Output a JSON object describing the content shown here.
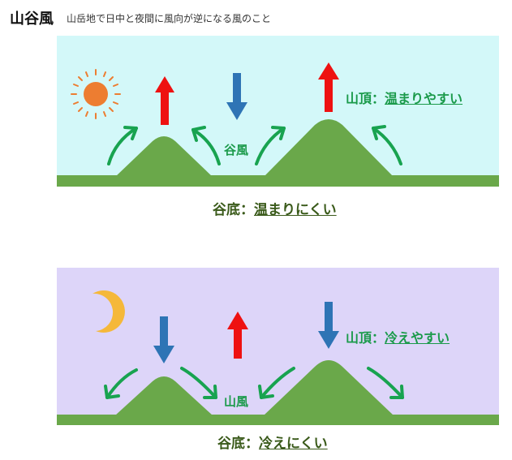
{
  "header": {
    "title": "山谷風",
    "subtitle": "山岳地で日中と夜間に風向が逆になる風のこと"
  },
  "day": {
    "wind_label": "谷風",
    "summit_prefix": "山頂：",
    "summit_text": "温まりやすい",
    "valley_prefix": "谷底：",
    "valley_text": "温まりにくい"
  },
  "night": {
    "wind_label": "山風",
    "summit_prefix": "山頂：",
    "summit_text": "冷えやすい",
    "valley_prefix": "谷底：",
    "valley_text": "冷えにくい"
  },
  "colors": {
    "day_sky": "#d3f8f9",
    "night_sky": "#ddd5f9",
    "ground": "#6aa84a",
    "mountain": "#6aa84a",
    "green_arrow": "#18a350",
    "red_arrow": "#ee1111",
    "blue_arrow": "#2e74b5",
    "sun": "#ed7d31",
    "moon": "#f5b83a"
  }
}
